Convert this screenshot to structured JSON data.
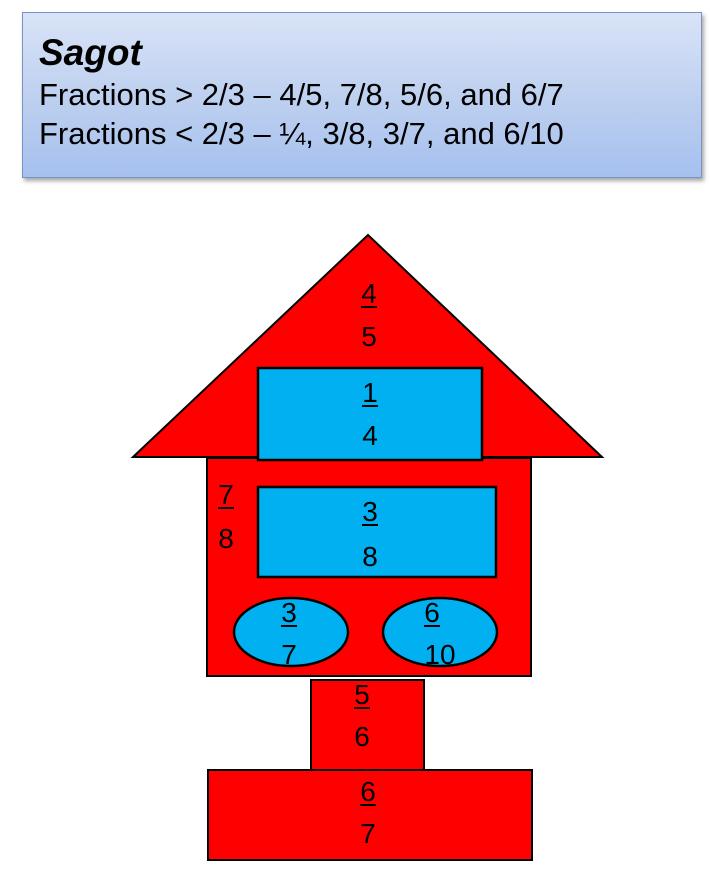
{
  "answer": {
    "title": "Sagot",
    "line1": "Fractions > 2/3 – 4/5, 7/8, 5/6, and 6/7",
    "line2": "Fractions < 2/3 – ¼, 3/8, 3/7, and 6/10"
  },
  "colors": {
    "red": "#ff0000",
    "blue": "#00b0f0",
    "outline": "#000000"
  },
  "house": {
    "roof": {
      "numerator": "4",
      "denominator": "5"
    },
    "top_window": {
      "numerator": "1",
      "denominator": "4"
    },
    "body": {
      "numerator": "7",
      "denominator": "8"
    },
    "mid_window": {
      "numerator": "3",
      "denominator": "8"
    },
    "left_oval": {
      "numerator": "3",
      "denominator": "7"
    },
    "right_oval": {
      "numerator": "6",
      "denominator": "10"
    },
    "post": {
      "numerator": "5",
      "denominator": "6"
    },
    "base": {
      "numerator": "6",
      "denominator": "7"
    }
  }
}
